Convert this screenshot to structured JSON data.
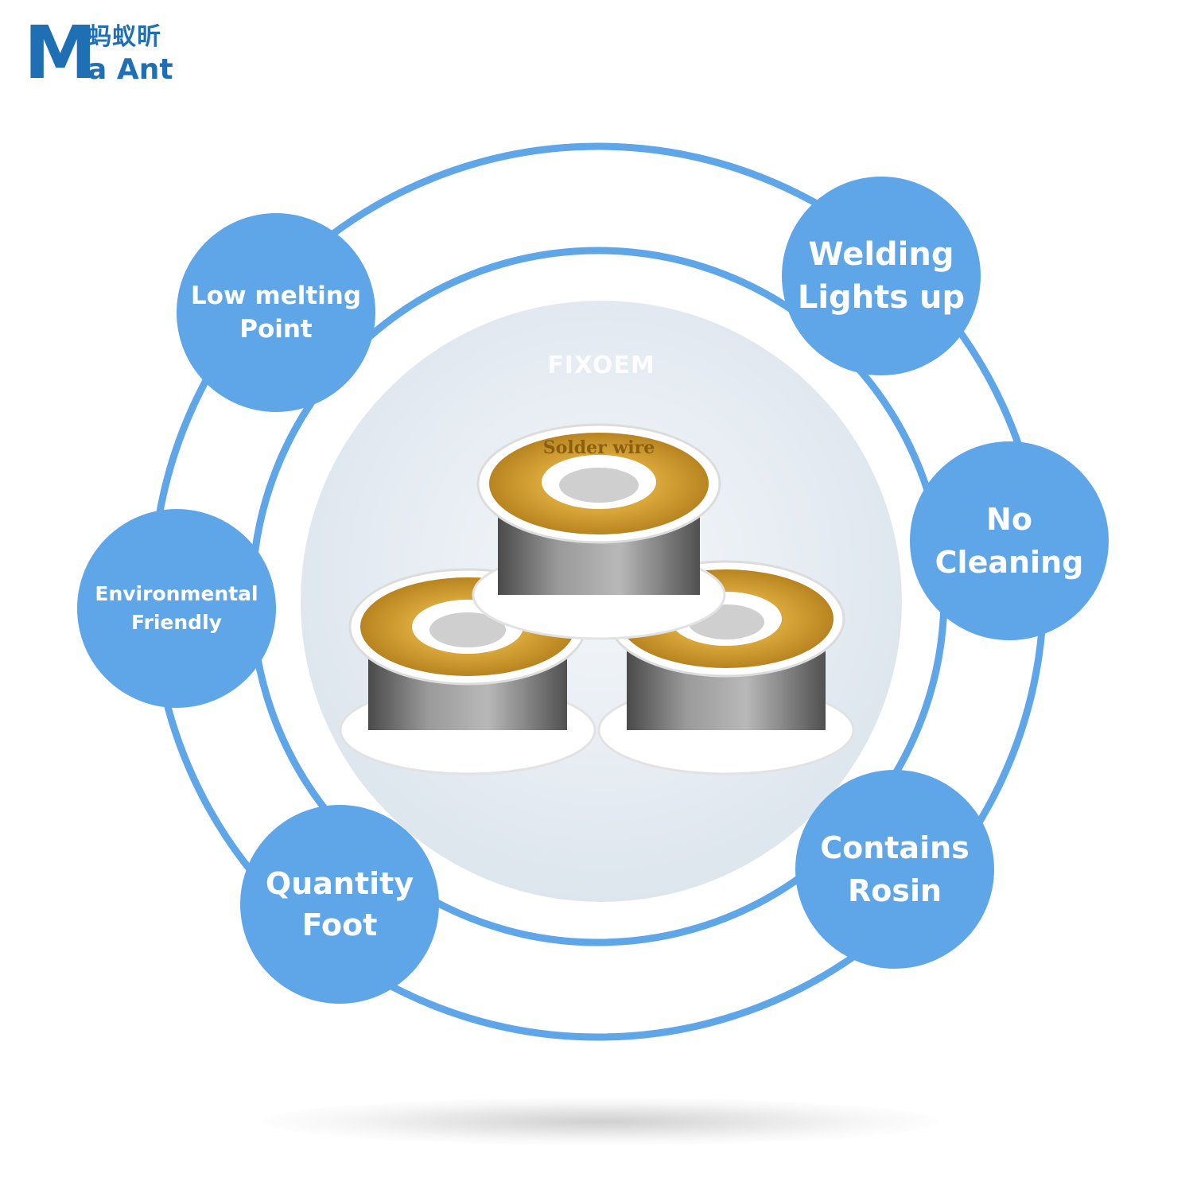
{
  "logo": {
    "mark": "M",
    "chinese": "蚂蚁昕",
    "english": "a Ant"
  },
  "watermark": "FIXOEM",
  "colors": {
    "ring": "#5ea6e8",
    "bubble": "#5ea6e8",
    "logo": "#1e6fb4",
    "text": "#ffffff"
  },
  "features": [
    {
      "line1": "Low melting",
      "line2": "Point"
    },
    {
      "line1": "Welding",
      "line2": "Lights up"
    },
    {
      "line1": "Environmental",
      "line2": "Friendly"
    },
    {
      "line1": "No",
      "line2": "Cleaning"
    },
    {
      "line1": "Quantity",
      "line2": "Foot"
    },
    {
      "line1": "Contains",
      "line2": "Rosin"
    }
  ],
  "product": {
    "spool_label": "Solder wire"
  }
}
